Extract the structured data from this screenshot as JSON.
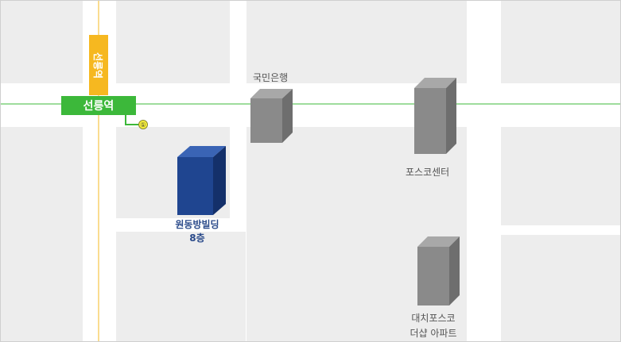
{
  "map": {
    "colors": {
      "block": "#ededed",
      "road": "#ffffff",
      "border": "#cfcfcf",
      "green_line": "#3cb83a",
      "yellow_line": "#f6b820",
      "gray_building": "#8a8a8a",
      "blue_building": "#1f4590"
    },
    "station": {
      "name": "선릉역",
      "vertical_label": "선릉역",
      "exit_number": "①"
    },
    "landmarks": {
      "kookmin": "국민은행",
      "posco_center": "포스코센터",
      "daechi_line1": "대치포스코",
      "daechi_line2": "더샵 아파트"
    },
    "destination": {
      "name": "원동방빌딩",
      "floor": "8층"
    }
  }
}
